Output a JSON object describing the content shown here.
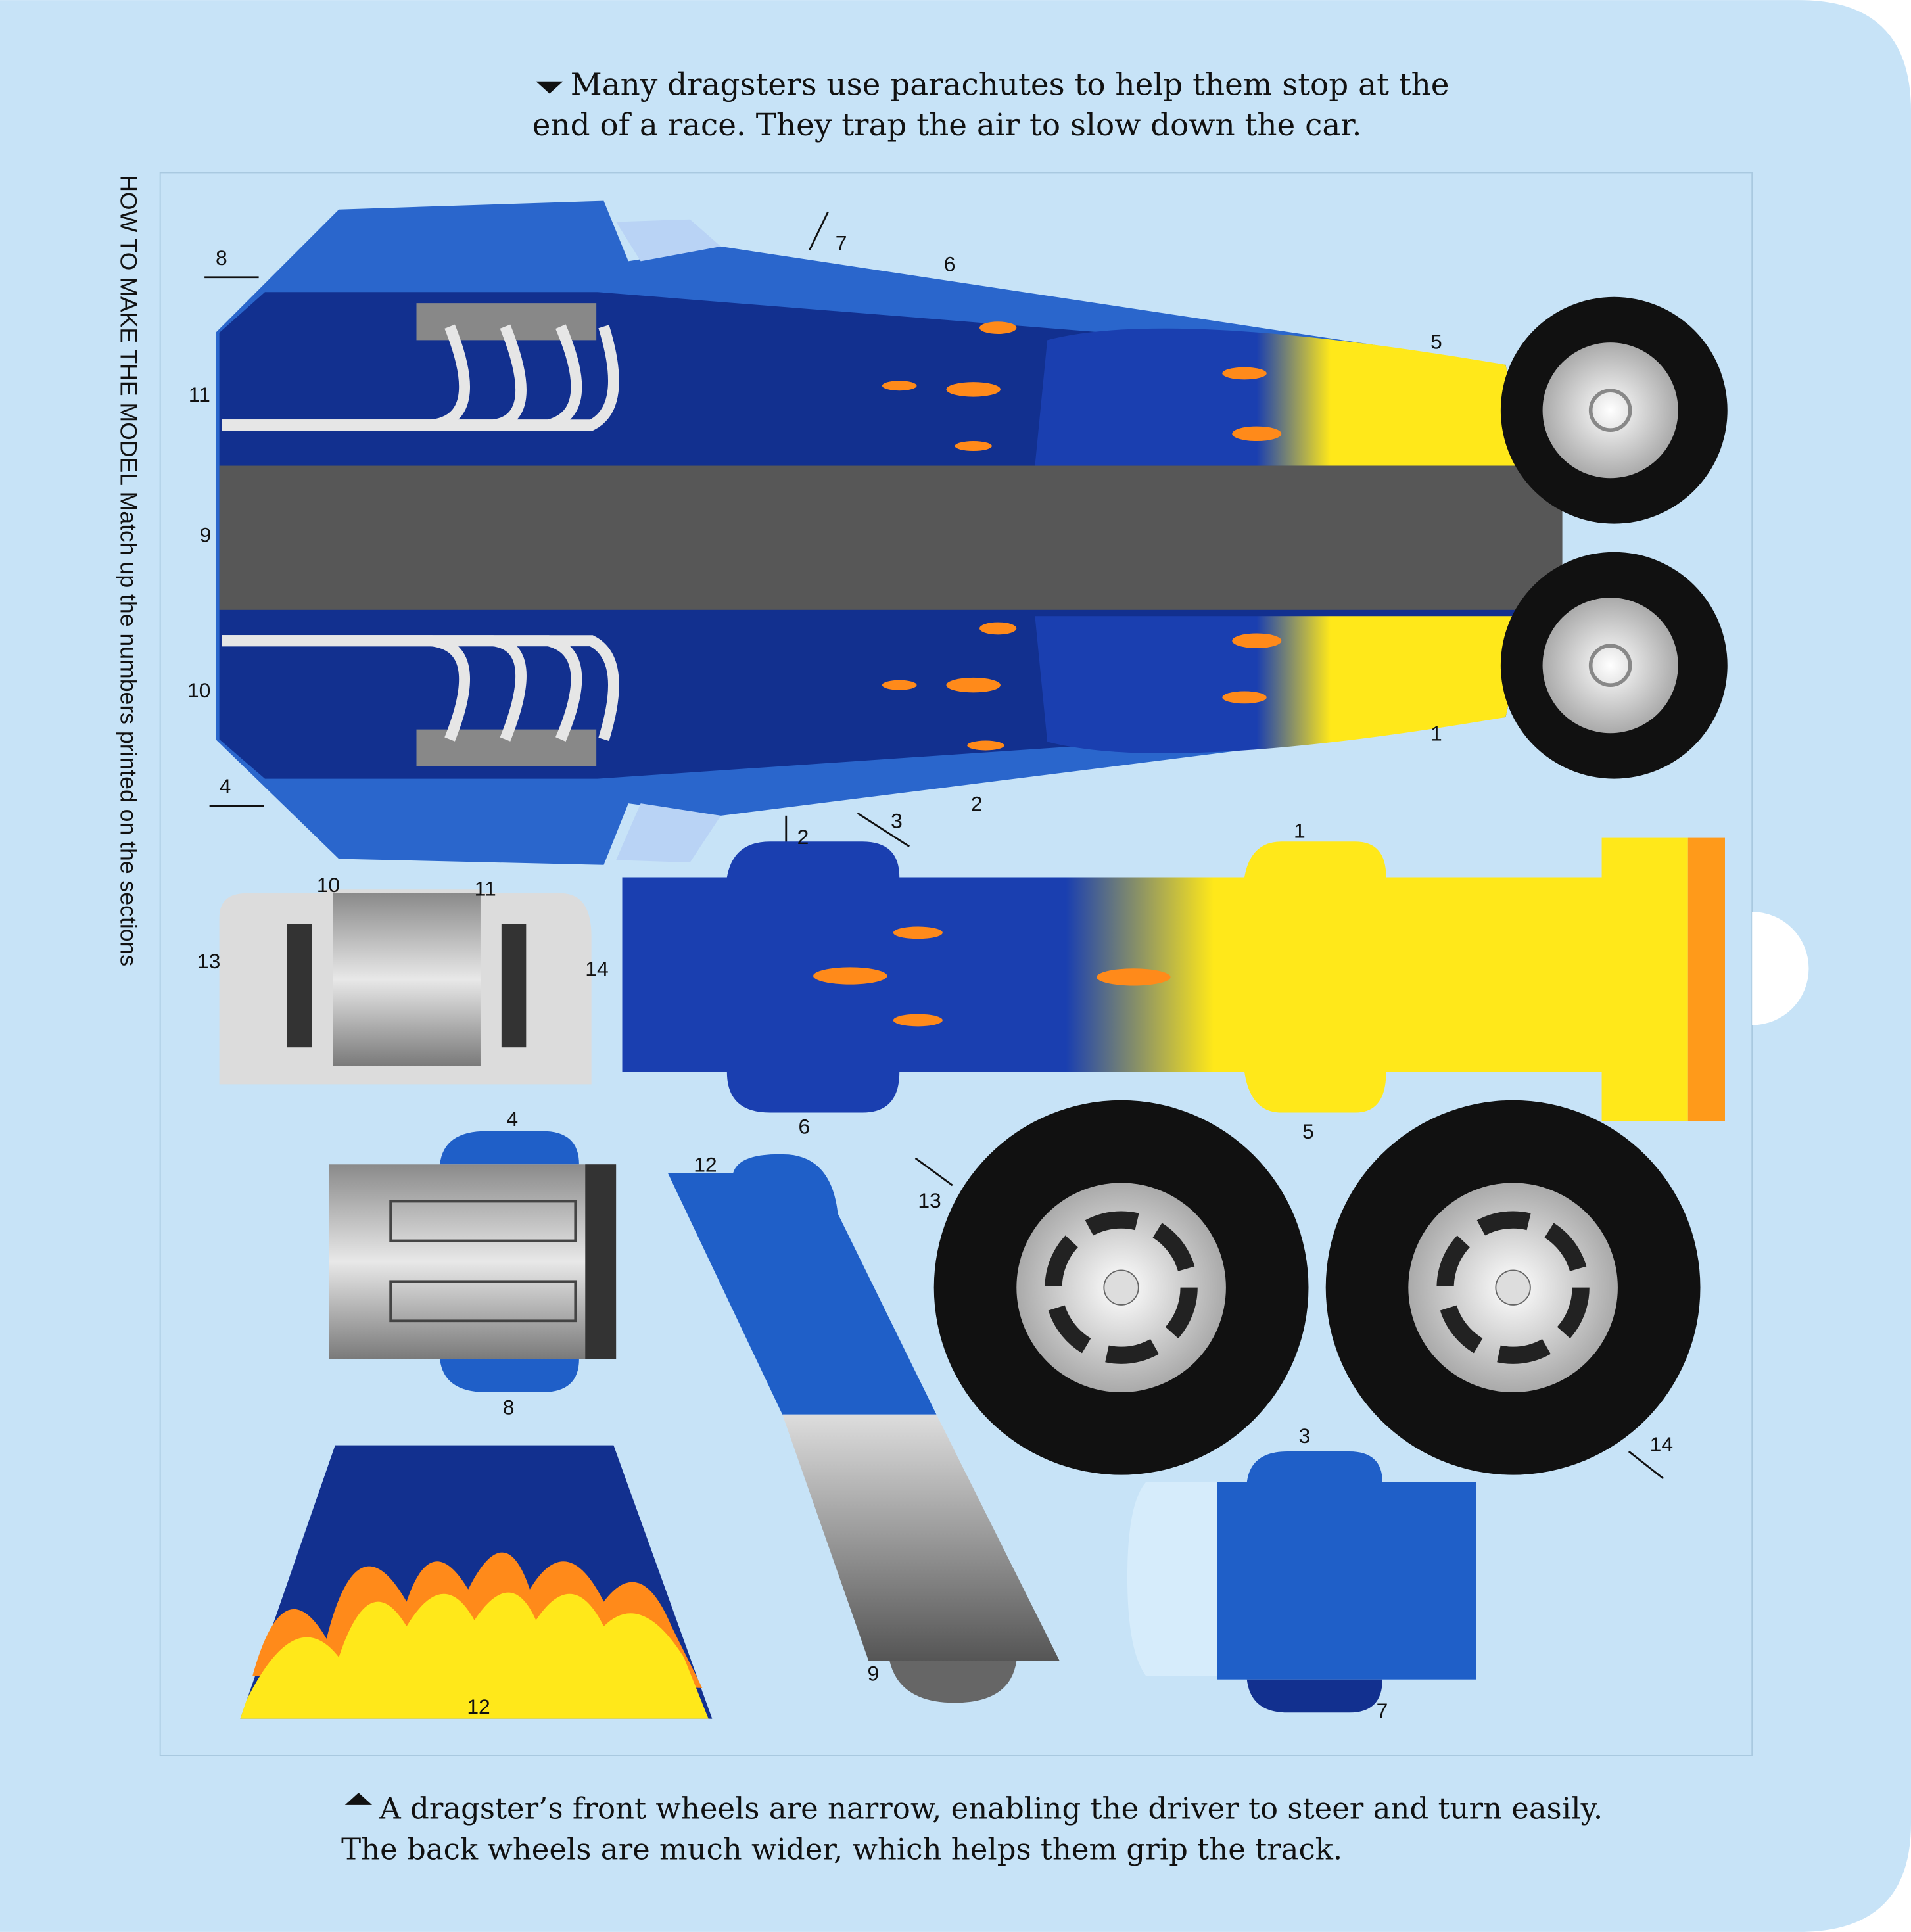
{
  "top_caption": {
    "line1": "Many dragsters use parachutes to help them stop at the",
    "line2": "end of a race. They trap the air to slow down the car."
  },
  "side_instructions": "HOW TO MAKE THE MODEL Match up the numbers printed on the sections",
  "bottom_caption": {
    "line1": "A dragster’s front wheels are narrow, enabling the driver to steer and turn easily.",
    "line2": "The back wheels are much wider, which helps them grip the track."
  },
  "labels": {
    "body": [
      "8",
      "7",
      "6",
      "5",
      "11",
      "9",
      "10",
      "4",
      "1",
      "2",
      "3",
      "2"
    ],
    "engine_plate": [
      "10",
      "11",
      "13",
      "14"
    ],
    "chassis": [
      "1",
      "6",
      "5"
    ],
    "engine": [
      "4",
      "8"
    ],
    "strut": [
      "12",
      "9"
    ],
    "wheels": [
      "13",
      "14"
    ],
    "seat": [
      "3",
      "7"
    ],
    "hood": [
      "12"
    ]
  },
  "colors": {
    "background": "#c7e3f7",
    "blue": "#1f5fc8",
    "navy": "#0f2a8a",
    "yellow": "#ffe81a",
    "orange": "#ff8a1a",
    "gray": "#555555",
    "tire": "#111111"
  }
}
